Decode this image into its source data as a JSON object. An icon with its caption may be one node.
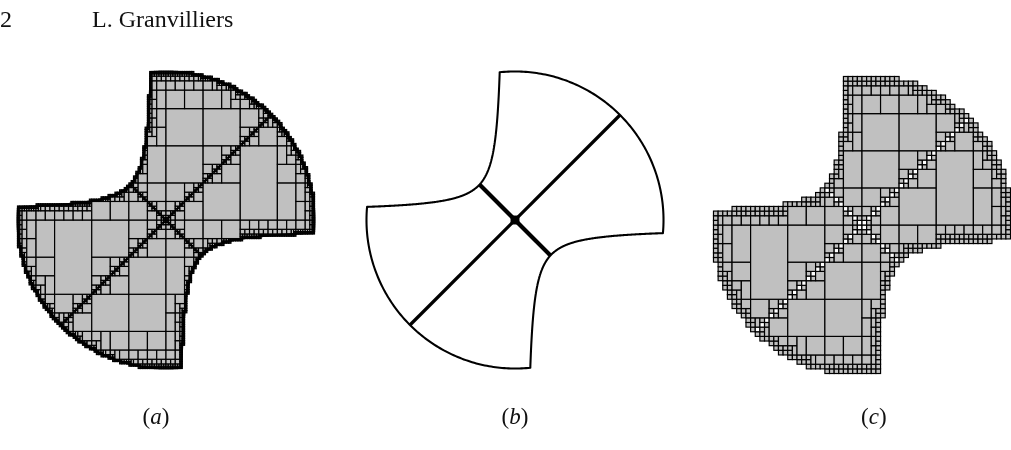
{
  "diagram": {
    "labels": [
      "2",
      "L. Granvilliers",
      "(*a*)",
      "(*b*)",
      "(*c*)"
    ]
  }
}
